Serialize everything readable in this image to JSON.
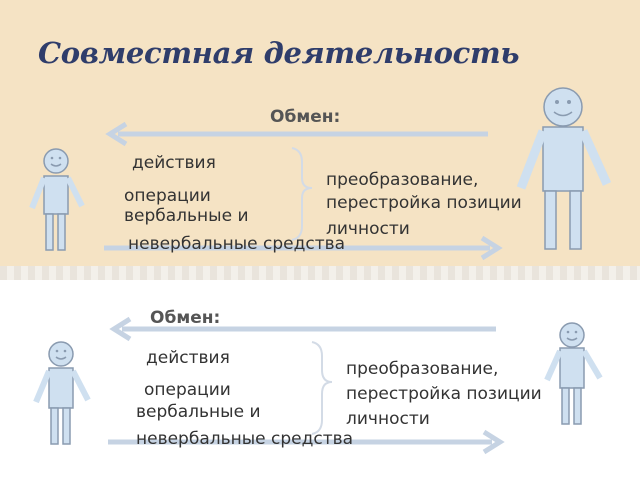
{
  "title": "Совместная деятельность",
  "top": {
    "exchange_label": "Обмен:",
    "left_actions": "действия",
    "left_ops_line1": "операции",
    "left_ops_line2": "вербальные и",
    "left_ops_line3": "невербальные средства",
    "right_line1": "преобразование,",
    "right_line2": "перестройка позиции",
    "right_line3": "личности"
  },
  "bottom": {
    "exchange_label": "Обмен:",
    "left_actions": "действия",
    "left_ops_line1": "операции",
    "left_ops_line2": "вербальные и",
    "left_ops_line3": "невербальные средства",
    "right_line1": "преобразование,",
    "right_line2": "перестройка позиции",
    "right_line3": "личности"
  },
  "colors": {
    "background_top": "#f5e3c4",
    "figure_fill": "#cfe0f0",
    "figure_stroke": "#8a9bb0",
    "arrow": "#c6d3e3",
    "title": "#2f3d6b"
  }
}
